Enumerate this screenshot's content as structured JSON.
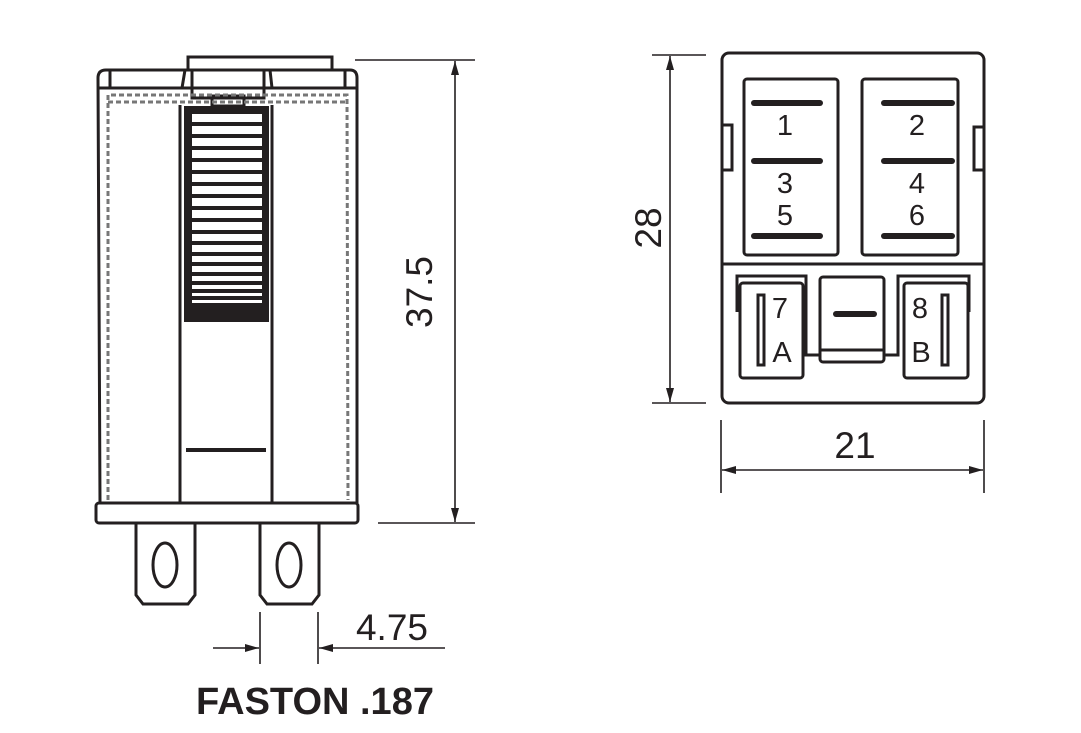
{
  "dimensions": {
    "height": "37.5",
    "depth": "28",
    "width": "21",
    "terminal_width": "4.75"
  },
  "terminal_type": "FASTON .187",
  "pins": {
    "p1": "1",
    "p2": "2",
    "p3": "3",
    "p4": "4",
    "p5": "5",
    "p6": "6",
    "p7": "7",
    "p8": "8",
    "pA": "A",
    "pB": "B"
  }
}
